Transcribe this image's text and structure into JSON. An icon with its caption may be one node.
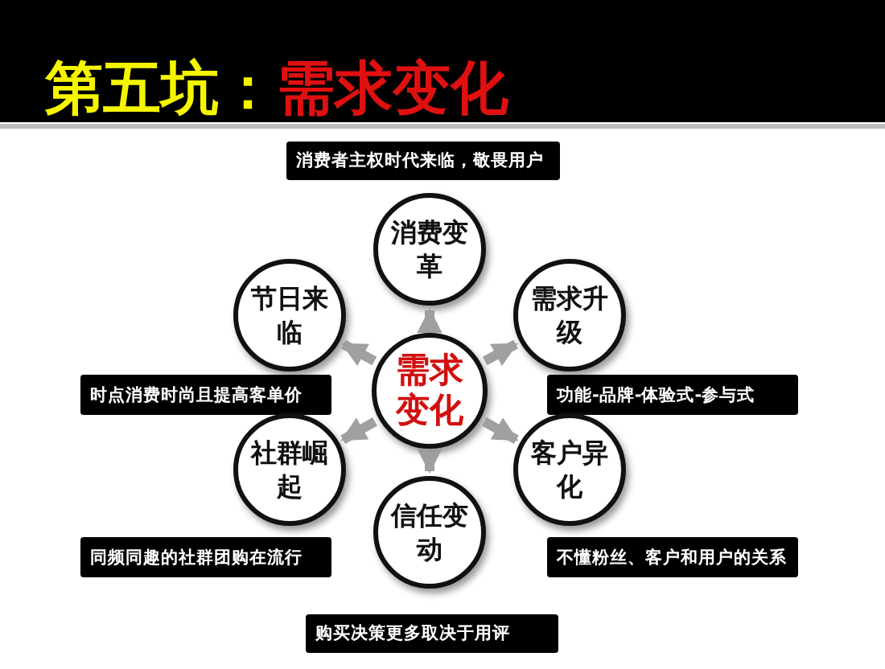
{
  "diagram": {
    "title": "第五坑：需求变化",
    "nodes": [
      {
        "text": [
          "消费者主权时代来临，敬畏用户"
        ]
      },
      {
        "text": [
          "消费变革"
        ]
      },
      {
        "text": [
          "节日来临"
        ]
      },
      {
        "text": [
          "需求升级"
        ]
      },
      {
        "text": [
          "时点消费时尚且提高客单价"
        ]
      },
      {
        "text": [
          "需求变化"
        ]
      },
      {
        "text": [
          "功能-品牌-体验式-参与式"
        ]
      },
      {
        "text": [
          "社群崛起"
        ]
      },
      {
        "text": [
          "客户异化"
        ]
      },
      {
        "text": [
          "信任变动"
        ]
      },
      {
        "text": [
          "同频同趣的社群团购在流行"
        ]
      },
      {
        "text": [
          "不懂粉丝、客户和用户的关系"
        ]
      },
      {
        "text": [
          "购买决策更多取决于用评"
        ]
      }
    ],
    "edges": [
      {
        "from": 5,
        "to": 1,
        "arrow": "to"
      },
      {
        "from": 5,
        "to": 3,
        "arrow": "to"
      },
      {
        "from": 5,
        "to": 8,
        "arrow": "to"
      },
      {
        "from": 5,
        "to": 9,
        "arrow": "to"
      },
      {
        "from": 5,
        "to": 7,
        "arrow": "to"
      },
      {
        "from": 5,
        "to": 2,
        "arrow": "to"
      }
    ]
  }
}
